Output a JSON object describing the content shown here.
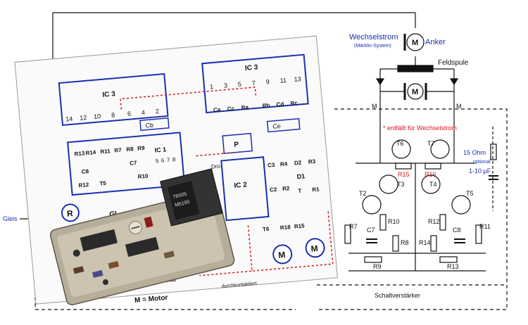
{
  "schematic": {
    "ac_label": "Wechselstrom",
    "ac_sublabel": "(Märklin-System)",
    "anker_label": "Anker",
    "feldspule_label": "Feldspule",
    "motor_symbol": "M",
    "m_left": "M",
    "m_right": "M",
    "note_red": "* entfällt für Wechselstrom",
    "ohm_label": "15 Ohm",
    "optional_label": "optional",
    "cap_label": "1-10 µF",
    "gleis_label": "Gleis",
    "schaltverstaerker_label": "Schaltverstärker",
    "transistors": [
      "T6",
      "T7",
      "T3",
      "T4",
      "T2",
      "T5"
    ],
    "resistors": [
      "R15",
      "R16",
      "R10",
      "R12",
      "R8",
      "R14",
      "R9",
      "R13",
      "R11",
      "R7"
    ],
    "capacitors": [
      "C7",
      "C8"
    ]
  },
  "pcb": {
    "ic3_left": "IC 3",
    "ic3_right": "IC 3",
    "ic1": "IC 1",
    "ic2": "IC 2",
    "pins_left": [
      "14",
      "12",
      "10",
      "8",
      "6",
      "4",
      "2"
    ],
    "pins_right": [
      "1",
      "3",
      "5",
      "7",
      "9",
      "11",
      "13"
    ],
    "ic1_pins": [
      "5",
      "6",
      "7",
      "8"
    ],
    "cb": "Cb",
    "ce": "Ce",
    "p": "P",
    "gl": "GL",
    "r_left": "R",
    "r_left2": "R",
    "d1": "D1",
    "m1": "M",
    "m2": "M",
    "drossel": "Dro",
    "parts_left": [
      "R13",
      "R14",
      "R11",
      "R7",
      "R8",
      "R9",
      "C8",
      "C7",
      "R12",
      "T5",
      "R10"
    ],
    "parts_right": [
      "Ca",
      "Cc",
      "Ra",
      "Rb",
      "Cd",
      "Rc",
      "C3",
      "R4",
      "D2",
      "R3",
      "C2",
      "R2",
      "T",
      "R1",
      "T6",
      "R18",
      "R15"
    ],
    "legend_contacts": "kontakte",
    "legend_motor": "M = Motor",
    "legend_through": "durchkontaktiert",
    "chip_top": "78S05",
    "chip_bottom": "M5190"
  }
}
